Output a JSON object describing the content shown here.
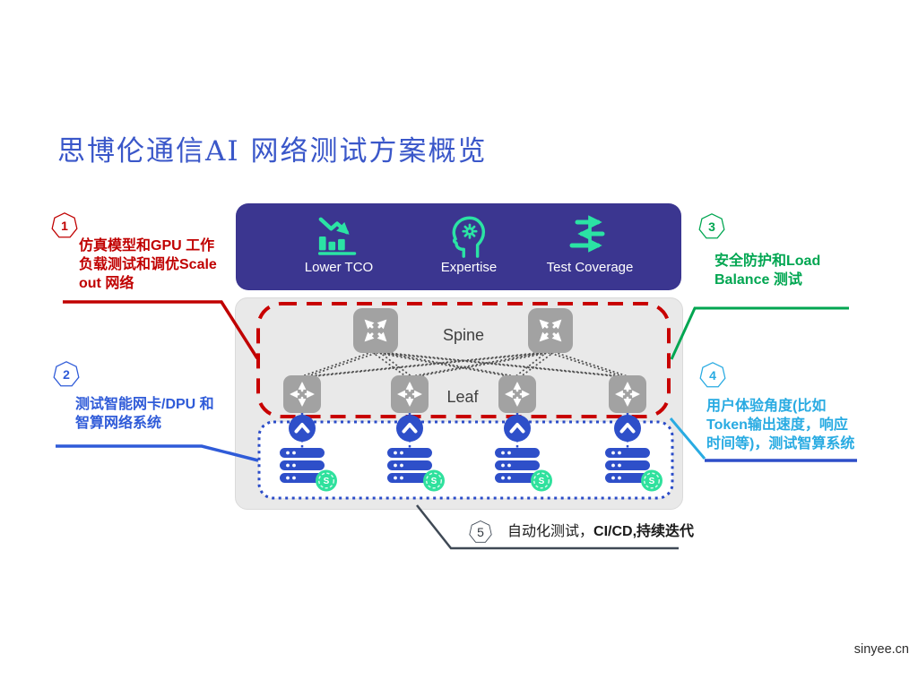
{
  "page": {
    "title": "思博伦通信AI 网络测试方案概览",
    "watermark": "sinyee.cn"
  },
  "banner": {
    "items": [
      {
        "label": "Lower TCO",
        "icon": "declining-cost-chart-icon"
      },
      {
        "label": "Expertise",
        "icon": "head-gear-icon"
      },
      {
        "label": "Test Coverage",
        "icon": "exchange-arrows-icon"
      }
    ]
  },
  "topology": {
    "spine_label": "Spine",
    "leaf_label": "Leaf",
    "spine_count": 2,
    "leaf_count": 4,
    "server_count": 4,
    "server_badge": "S"
  },
  "callouts": [
    {
      "number": "1",
      "color": "#c00000",
      "lines": [
        "仿真模型和GPU 工作",
        "负载测试和调优Scale",
        "out 网络"
      ]
    },
    {
      "number": "2",
      "color": "#2f5bd8",
      "lines": [
        "测试智能网卡/DPU 和",
        "智算网络系统"
      ]
    },
    {
      "number": "3",
      "color": "#00a651",
      "lines": [
        "安全防护和Load",
        "Balance 测试"
      ]
    },
    {
      "number": "4",
      "color": "#29abe2",
      "lines": [
        "用户体验角度(比如",
        "Token输出速度，响应",
        "时间等)，测试智算系统"
      ]
    },
    {
      "number": "5",
      "color": "#3f4955",
      "lines": [
        "自动化测试，",
        "CI/CD,持续迭代"
      ]
    }
  ],
  "colors": {
    "title_blue": "#3a57c9",
    "banner_bg": "#3b3690",
    "accent_teal": "#2be3a4",
    "switch_gray": "#a2a2a2",
    "server_blue": "#2e4fc9",
    "scope_red": "#c80000",
    "scope_blue": "#2b4cc8",
    "badge_green": "#2fe19d"
  }
}
